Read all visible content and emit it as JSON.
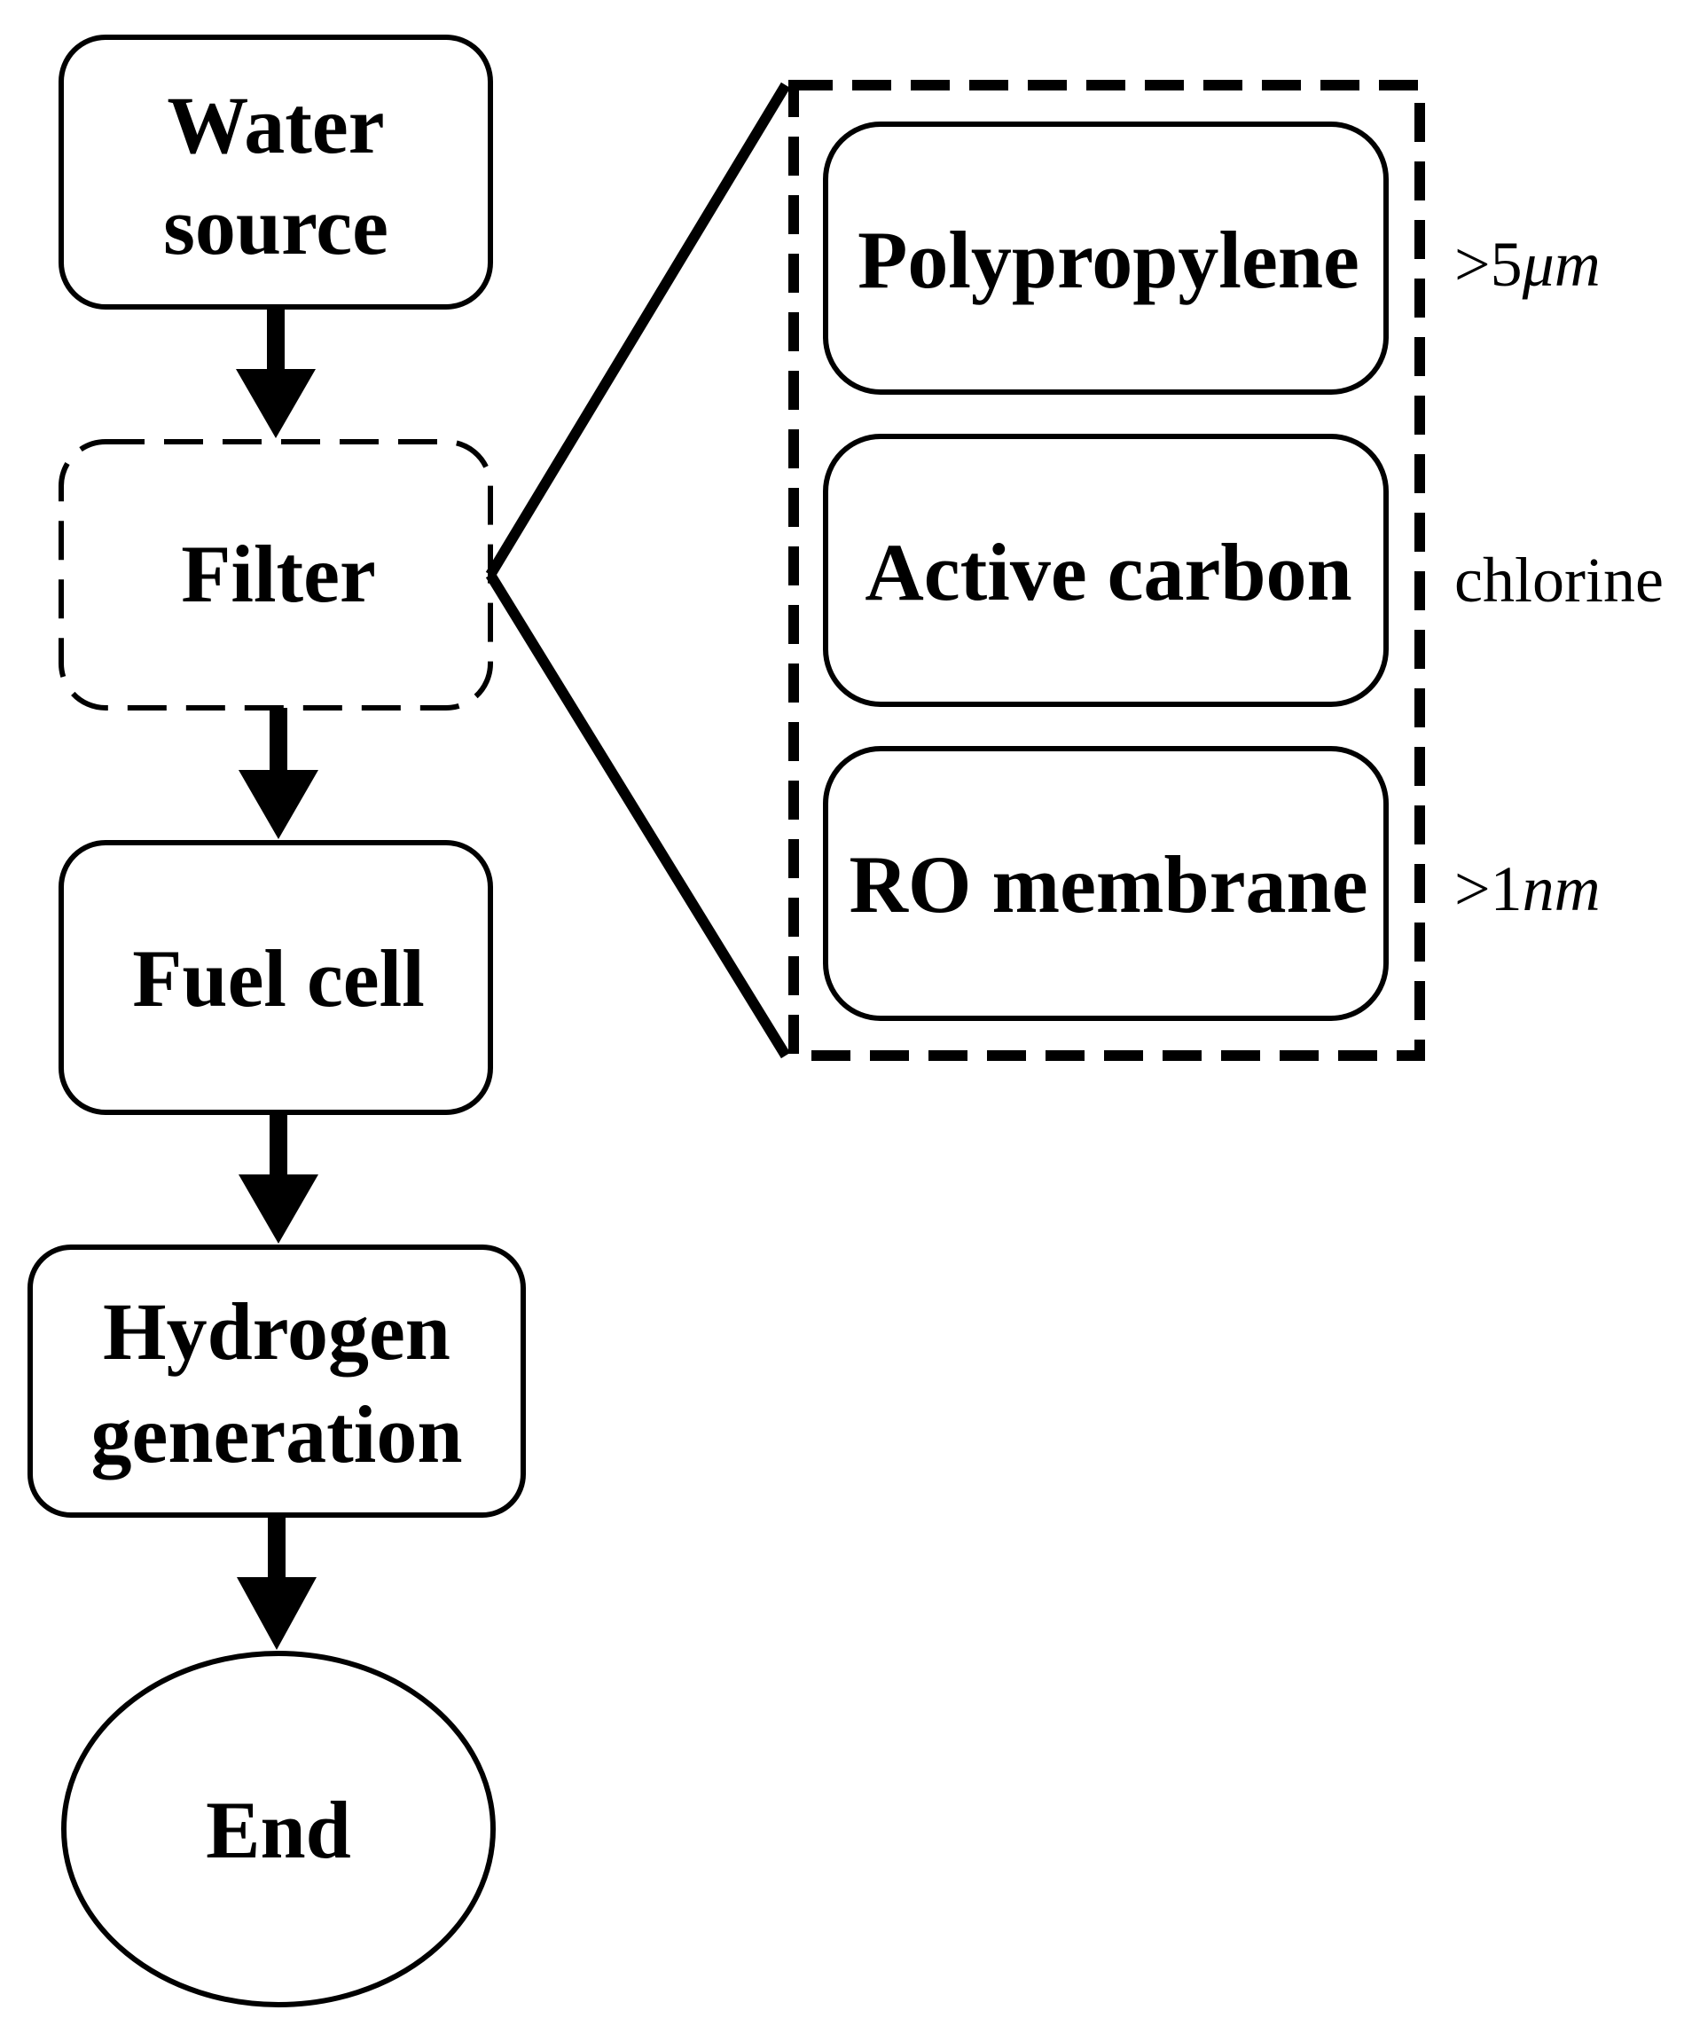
{
  "diagram": {
    "nodes": {
      "water_source": {
        "line1": "Water",
        "line2": "source"
      },
      "filter": {
        "label": "Filter"
      },
      "fuel_cell": {
        "label": "Fuel cell"
      },
      "hydrogen_generation": {
        "line1": "Hydrogen",
        "line2": "generation"
      },
      "end": {
        "label": "End"
      }
    },
    "filter_stages": [
      {
        "label": "Polypropylene",
        "note_prefix": ">5",
        "note_unit": "μm"
      },
      {
        "label": "Active carbon",
        "note_prefix": "chlorine",
        "note_unit": ""
      },
      {
        "label": "RO membrane",
        "note_prefix": ">1",
        "note_unit": "nm"
      }
    ],
    "edges": [
      {
        "from": "Water source",
        "to": "Filter"
      },
      {
        "from": "Filter",
        "to": "Fuel cell"
      },
      {
        "from": "Fuel cell",
        "to": "Hydrogen generation"
      },
      {
        "from": "Hydrogen generation",
        "to": "End"
      }
    ],
    "colors": {
      "stroke": "#000000",
      "background": "#ffffff"
    }
  }
}
